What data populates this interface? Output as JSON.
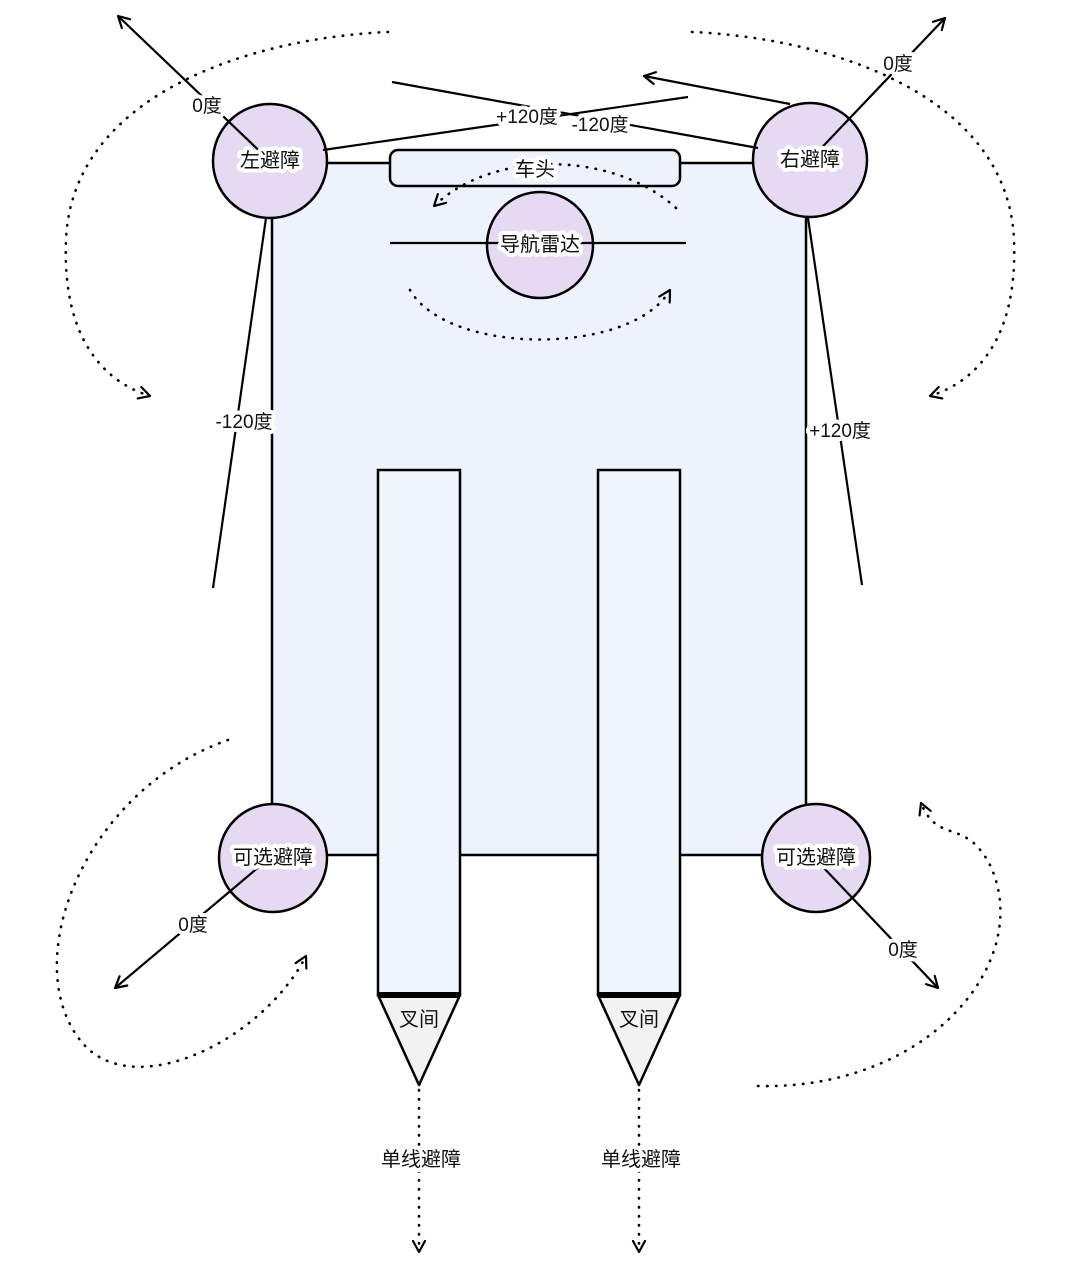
{
  "title": "AGV / forklift sensor layout diagram",
  "vehicle": {
    "head": "车头",
    "nav_radar": "导航雷达",
    "fork_tip_left": "叉间",
    "fork_tip_right": "叉间"
  },
  "sensors": {
    "front_left": "左避障",
    "front_right": "右避障",
    "rear_left": "可选避障",
    "rear_right": "可选避障",
    "fork_left_beam": "单线避障",
    "fork_right_beam": "单线避障"
  },
  "angles": {
    "front_left_zero": "0度",
    "front_right_zero": "0度",
    "front_left_plus120": "+120度",
    "front_right_minus120": "-120度",
    "front_left_minus120": "-120度",
    "front_right_plus120": "+120度",
    "rear_left_zero": "0度",
    "rear_right_zero": "0度"
  },
  "colors": {
    "page_bg": "#ffffff",
    "body_fill": "#edf2fc",
    "fork_fill": "#f0f4fd",
    "fork_tip_fill": "#f2f2f2",
    "sensor_fill": "#e6d9f2",
    "line": "#000000"
  }
}
